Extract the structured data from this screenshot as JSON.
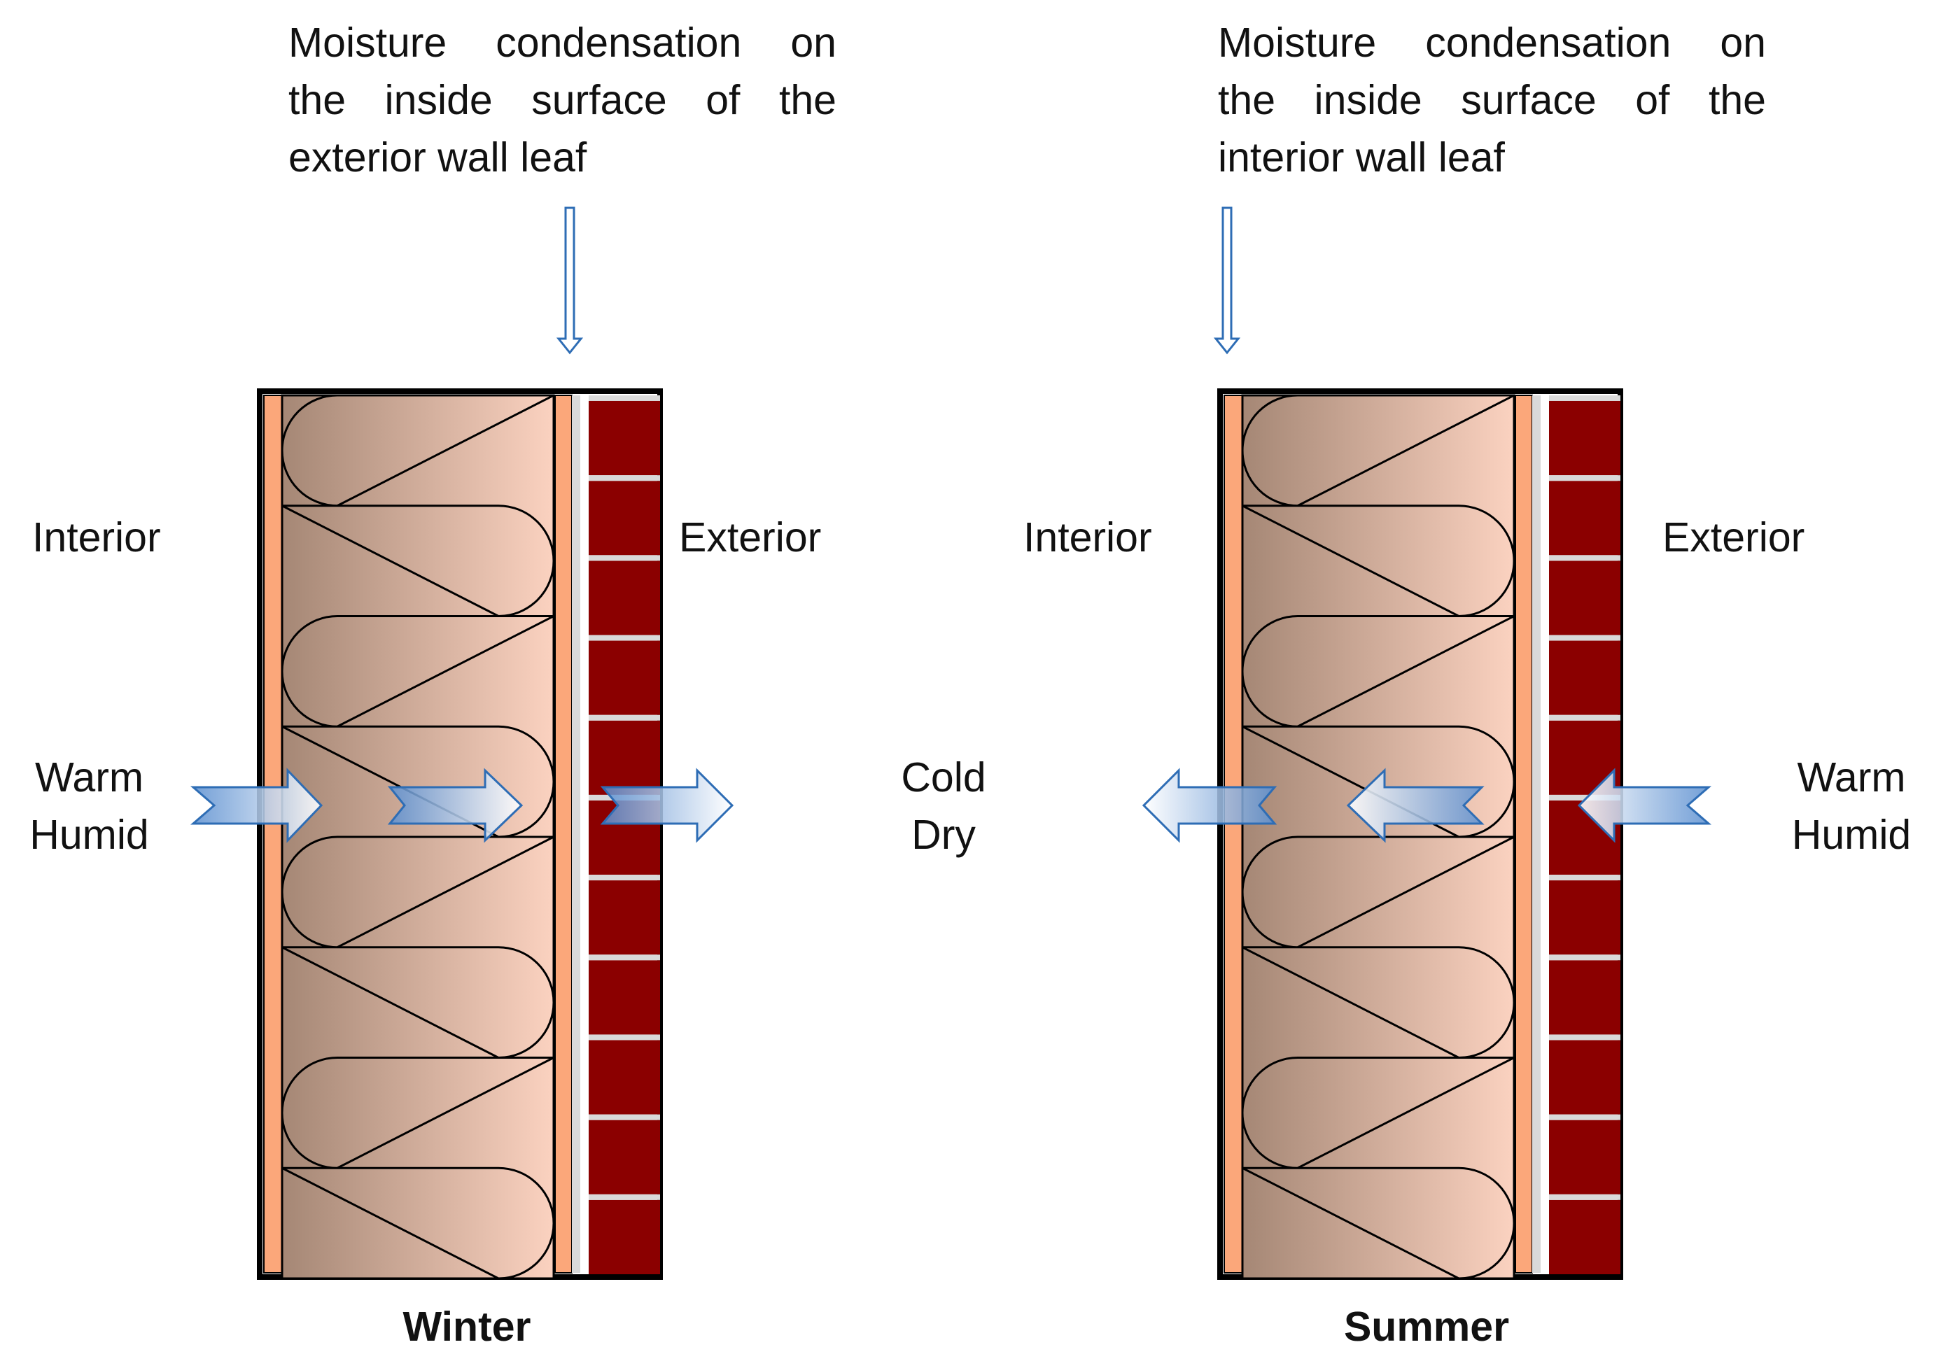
{
  "colors": {
    "batt_dark": "#a58775",
    "batt_light": "#fbd2c0",
    "board": "#fba77a",
    "brick": "#8b0000",
    "mortar": "#d9d9d9",
    "arrow_stroke": "#2e6db5",
    "arrow_fill": "#9fc1e8"
  },
  "winter": {
    "note_lines": [
      "Moisture condensation on",
      "the inside surface of the",
      "exterior wall leaf"
    ],
    "interior_label": "Interior",
    "exterior_label": "Exterior",
    "left_label_lines": [
      "Warm",
      "Humid"
    ],
    "season_label": "Winter",
    "flow_direction": "interior-to-exterior"
  },
  "middle_label_lines": [
    "Cold",
    "Dry"
  ],
  "summer": {
    "note_lines": [
      "Moisture condensation on",
      "the inside surface of the",
      "interior wall leaf"
    ],
    "interior_label": "Interior",
    "exterior_label": "Exterior",
    "right_label_lines": [
      "Warm",
      "Humid"
    ],
    "season_label": "Summer",
    "flow_direction": "exterior-to-interior"
  }
}
